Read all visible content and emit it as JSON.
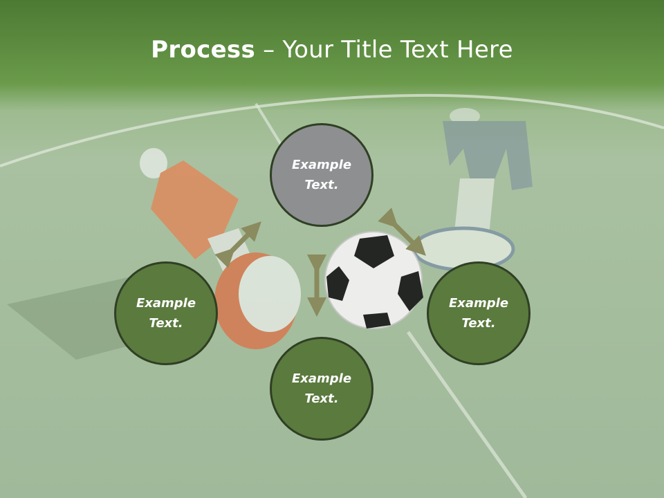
{
  "title": {
    "bold": "Process",
    "rest": " – Your Title Text Here"
  },
  "circles": [
    {
      "line1": "Example",
      "line2": "Text."
    },
    {
      "line1": "Example",
      "line2": "Text."
    },
    {
      "line1": "Example",
      "line2": "Text."
    },
    {
      "line1": "Example",
      "line2": "Text."
    }
  ],
  "colors": {
    "circle_green": "#5b7a3e",
    "circle_gray": "#8d8f91",
    "arrow": "#8a8b5e",
    "title_band": "#4c7a33"
  }
}
